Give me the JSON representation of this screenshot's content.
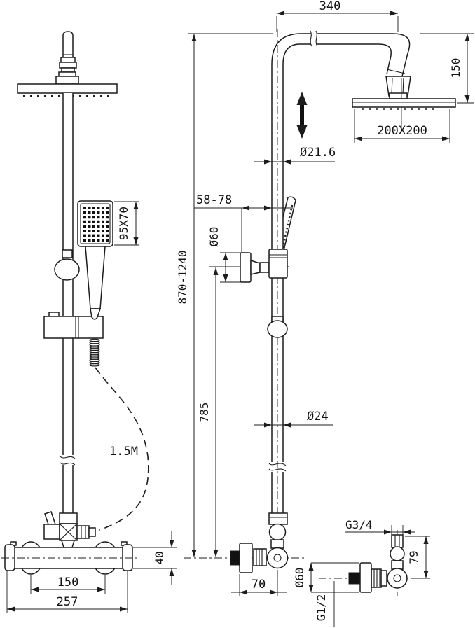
{
  "drawing": {
    "kind": "shower-column-technical-drawing",
    "views": [
      "front-view",
      "side-view",
      "valve-connection-detail"
    ]
  },
  "dimensions": {
    "top_arm_length": "340",
    "head_to_arm_height": "150",
    "head_size": "200X200",
    "riser_pipe_diameter": "Ø21.6",
    "wall_offset_range": "58-78",
    "wall_bracket_diameter": "Ø60",
    "overall_height_range": "870-1240",
    "riser_length": "785",
    "lower_pipe_diameter": "Ø24",
    "handset_face_size": "95X70",
    "hose_length": "1.5M",
    "valve_inlet_centers": "150",
    "valve_overall_width": "257",
    "valve_body_height": "40",
    "valve_wall_depth": "70",
    "top_outlet_thread": "G3/4",
    "outlet_riser_height": "79",
    "valve_escutcheon_diameter": "Ø60",
    "inlet_thread": "G1/2"
  }
}
